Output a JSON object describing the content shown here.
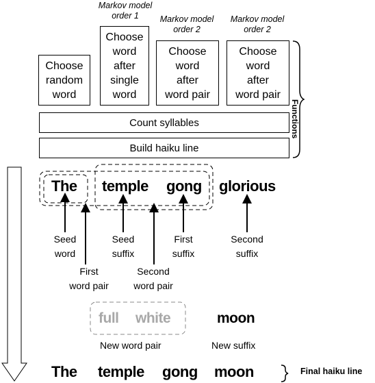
{
  "functions_label": "Functions",
  "captions": {
    "order1": "Markov model\norder 1",
    "order2_a": "Markov model\norder 2",
    "order2_b": "Markov model\norder 2"
  },
  "boxes": {
    "random": "Choose\nrandom\nword",
    "single": "Choose\nword\nafter\nsingle\nword",
    "pair_a": "Choose\nword\nafter\nword pair",
    "pair_b": "Choose\nword\nafter\nword pair",
    "count": "Count syllables",
    "build": "Build haiku line"
  },
  "words": {
    "w1": "The",
    "w2": "temple",
    "w3": "gong",
    "w4": "glorious"
  },
  "labels": {
    "seed_word": "Seed\nword",
    "first_pair": "First\nword pair",
    "seed_suffix": "Seed\nsuffix",
    "second_pair": "Second\nword pair",
    "first_suffix": "First\nsuffix",
    "second_suffix": "Second\nsuffix"
  },
  "new_words": {
    "full": "full",
    "white": "white",
    "moon": "moon",
    "new_pair_label": "New word pair",
    "new_suffix_label": "New suffix"
  },
  "final_line": {
    "w1": "The",
    "w2": "temple",
    "w3": "gong",
    "w4": "moon",
    "label": "Final haiku line"
  }
}
